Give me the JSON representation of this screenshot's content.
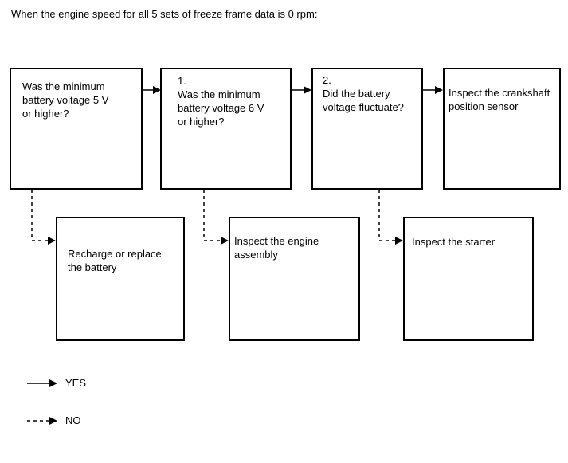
{
  "title": "When the engine speed for all 5 sets of freeze frame data is 0 rpm:",
  "flowchart": {
    "top_row": [
      {
        "step": "",
        "text": "Was the minimum\nbattery voltage 5 V\nor higher?"
      },
      {
        "step": "1.",
        "text": "Was the minimum\nbattery voltage 6 V\nor higher?"
      },
      {
        "step": "2.",
        "text": "Did the battery\nvoltage fluctuate?"
      },
      {
        "step": "",
        "text": "Inspect the crankshaft\nposition sensor"
      }
    ],
    "bottom_row": [
      {
        "text": "Recharge or replace\nthe battery"
      },
      {
        "text": "Inspect the engine\nassembly"
      },
      {
        "text": "Inspect the starter"
      }
    ],
    "connectors": {
      "yes_style": "solid",
      "no_style": "dashed"
    }
  },
  "legend": {
    "yes_label": "YES",
    "no_label": "NO"
  },
  "colors": {
    "line": "#000000",
    "text": "#000000",
    "background": "#ffffff"
  }
}
